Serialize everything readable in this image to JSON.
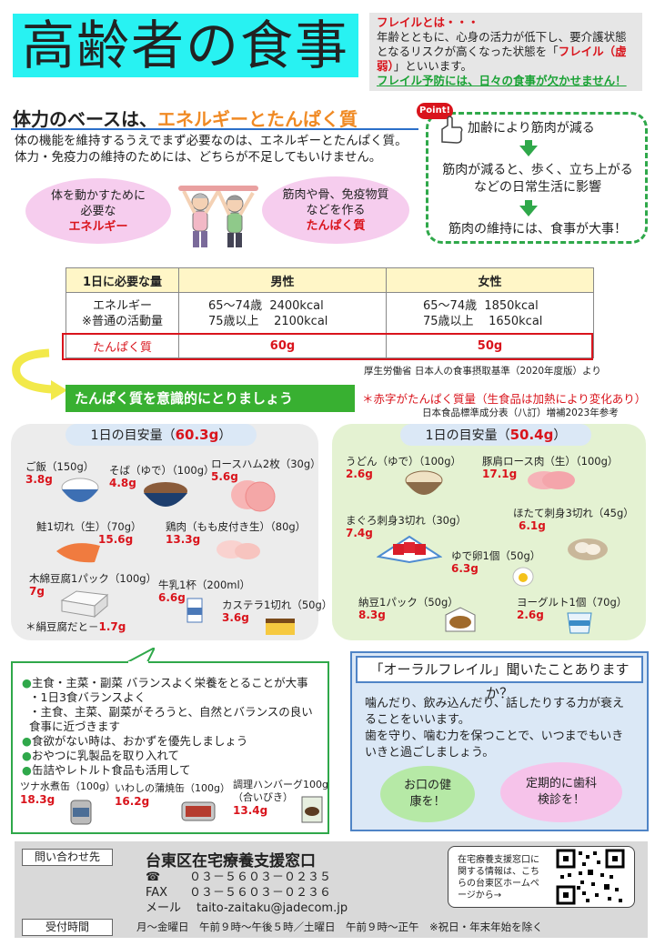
{
  "header": {
    "title": "高齢者の食事",
    "frail_heading": "フレイルとは・・・",
    "frail_text1": "年齢とともに、心身の活力が低下し、要介護状態となるリスクが高くなった状態を「",
    "frail_word": "フレイル（虚弱）",
    "frail_text2": "」といいます。",
    "frail_green": "フレイル予防には、日々の食事が欠かせません！"
  },
  "energy": {
    "title_a": "体力のベースは、",
    "title_b": "エネルギーとたんぱく質",
    "desc1": "体の機能を維持するうえでまず必要なのは、エネルギーとたんぱく質。",
    "desc2": "体力・免疫力の維持のためには、どちらが不足してもいけません。",
    "bubble1_text": "体を動かすために必要な",
    "bubble1_bold": "エネルギー",
    "bubble2_text": "筋肉や骨、免疫物質などを作る",
    "bubble2_bold": "たんぱく質"
  },
  "point": {
    "badge": "Point!",
    "step1": "加齢により筋肉が減る",
    "step2": "筋肉が減ると、歩く、立ち上がるなどの日常生活に影響",
    "step3": "筋肉の維持には、食事が大事！"
  },
  "table": {
    "headers": [
      "1日に必要な量",
      "男性",
      "女性"
    ],
    "energy_label1": "エネルギー",
    "energy_label2": "※普通の活動量",
    "male_e1": "65～74歳  2400kcal",
    "male_e2": "75歳以上    2100kcal",
    "female_e1": "65～74歳  1850kcal",
    "female_e2": "75歳以上    1650kcal",
    "protein_label": "たんぱく質",
    "male_p": "60g",
    "female_p": "50g",
    "source": "厚生労働省 日本人の食事摂取基準（2020年度版）より"
  },
  "protein": {
    "banner": "たんぱく質を意識的にとりましょう",
    "note": "＊赤字がたんぱく質量（生食品は加熱により変化あり）",
    "source": "日本食品標準成分表（八訂）増補2023年参考"
  },
  "menu_left": {
    "label": "1日の目安量（",
    "value": "60.3g",
    "label_end": "）",
    "items": [
      {
        "name": "ご飯（150g）",
        "value": "3.8g"
      },
      {
        "name": "そば（ゆで）（100g）",
        "value": "4.8g"
      },
      {
        "name": "ロースハム2枚（30g）",
        "value": "5.6g"
      },
      {
        "name": "鮭1切れ（生）（70g）",
        "value": "15.6g"
      },
      {
        "name": "鶏肉（もも皮付き生）（80g）",
        "value": "13.3g"
      },
      {
        "name": "木綿豆腐1パック（100g）",
        "value": "7g"
      },
      {
        "name": "牛乳1杯（200ml）",
        "value": "6.6g"
      },
      {
        "name": "カステラ1切れ（50g）",
        "value": "3.6g"
      }
    ],
    "kinu_text": "＊絹豆腐だと－",
    "kinu_value": "1.7g"
  },
  "menu_right": {
    "label": "1日の目安量（",
    "value": "50.4g",
    "label_end": "）",
    "items": [
      {
        "name": "うどん（ゆで）（100g）",
        "value": "2.6g"
      },
      {
        "name": "豚肩ロース肉（生）（100g）",
        "value": "17.1g"
      },
      {
        "name": "まぐろ刺身3切れ（30g）",
        "value": "7.4g"
      },
      {
        "name": "ほたて刺身3切れ（45g）",
        "value": "6.1g"
      },
      {
        "name": "ゆで卵1個（50g）",
        "value": "6.3g"
      },
      {
        "name": "納豆1パック（50g）",
        "value": "8.3g"
      },
      {
        "name": "ヨーグルト1個（70g）",
        "value": "2.6g"
      }
    ]
  },
  "tips": {
    "t1": "主食・主菜・副菜  バランスよく栄養をとることが大事",
    "t1a": "・1日3食バランスよく",
    "t1b": "・主食、主菜、副菜がそろうと、自然とバランスの良い食事に近づきます",
    "t2": "食欲がない時は、おかずを優先しましょう",
    "t3": "おやつに乳製品を取り入れて",
    "t4": "缶詰やレトルト食品も活用して",
    "cans": [
      {
        "name": "ツナ水煮缶（100g）",
        "value": "18.3g"
      },
      {
        "name": "いわしの蒲焼缶（100g）",
        "value": "16.2g"
      },
      {
        "name": "調理ハンバーグ100g（合いびき）",
        "value": "13.4g"
      }
    ]
  },
  "oral": {
    "heading": "「オーラルフレイル」聞いたことありますか？",
    "text1": "噛んだり、飲み込んだり、話したりする力が衰えることをいいます。",
    "text2": "歯を守り、噛む力を保つことで、いつまでもいきいきと過ごしましょう。",
    "bubble1": "お口の健康を！",
    "bubble2": "定期的に歯科検診を！"
  },
  "footer": {
    "contact_label": "問い合わせ先",
    "office": "台東区在宅療養支援窓口",
    "tel_icon": "☎",
    "tel": "０３－５６０３－０２３５",
    "fax_label": "FAX",
    "fax": "０３－５６０３－０２３６",
    "mail_label": "メール",
    "mail": "taito-zaitaku@jadecom.jp",
    "hours_label": "受付時間",
    "hours": "月～金曜日　午前９時～午後５時／土曜日　午前９時～正午　※祝日・年末年始を除く",
    "qr_note": "在宅療養支援窓口に関する情報は、こちらの台東区ホームページから→"
  }
}
